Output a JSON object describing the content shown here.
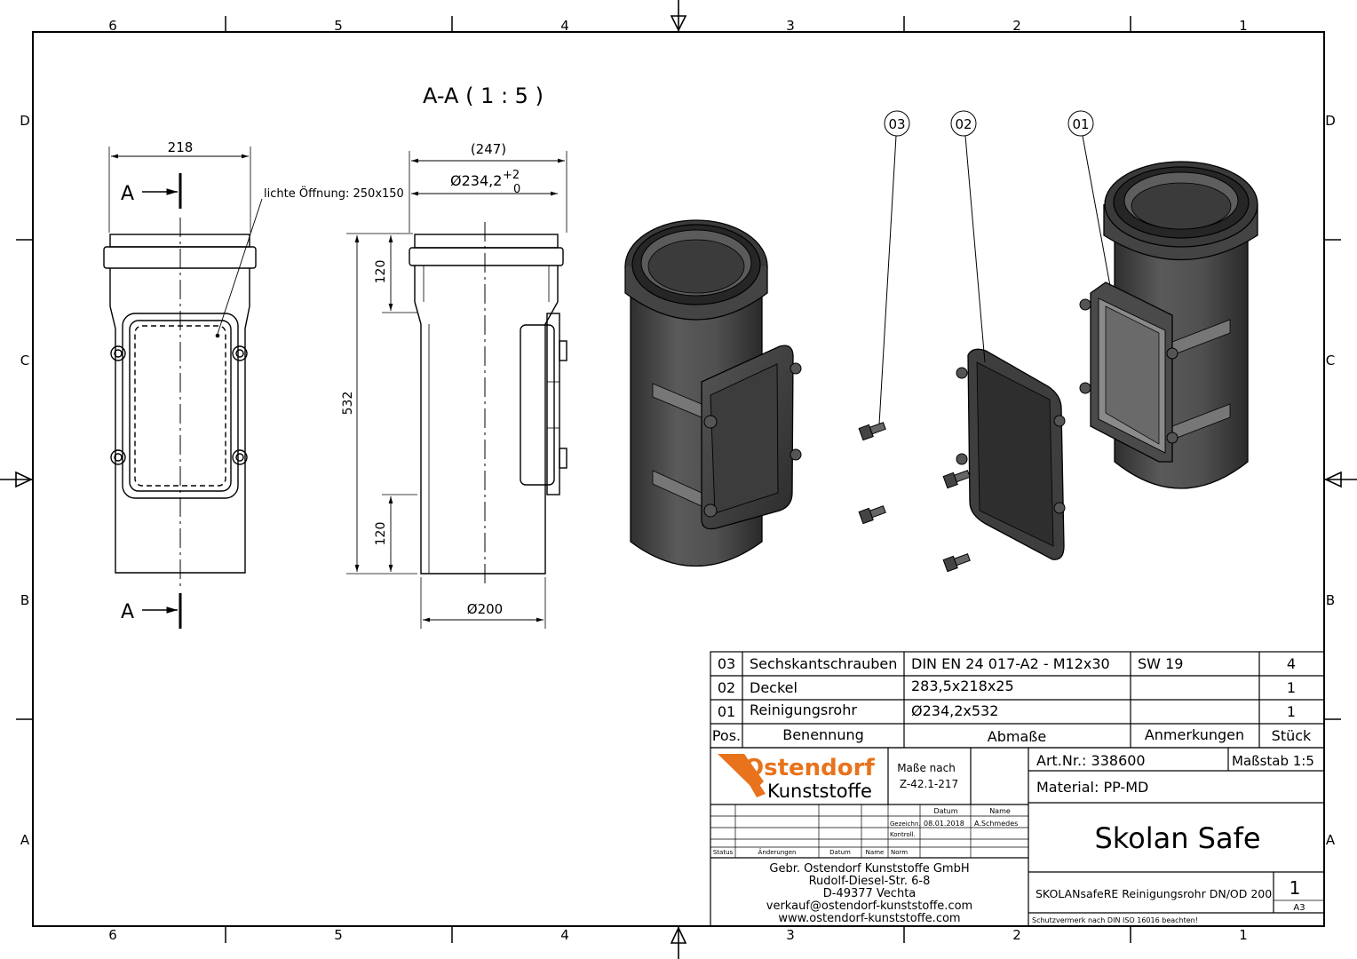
{
  "frame": {
    "col_labels": [
      "6",
      "5",
      "4",
      "3",
      "2",
      "1"
    ],
    "row_labels": [
      "D",
      "C",
      "B",
      "A"
    ]
  },
  "section": {
    "title": "A-A ( 1 : 5 )",
    "cut_letter": "A"
  },
  "dims": {
    "width_218": "218",
    "opening_note": "lichte Öffnung: 250x150",
    "ref_247": "(247)",
    "dia_main": "Ø234,2",
    "tol_upper": "+2",
    "tol_lower": "0",
    "len_120_top": "120",
    "len_532": "532",
    "len_120_bottom": "120",
    "dia_200": "Ø200"
  },
  "balloons": [
    "03",
    "02",
    "01"
  ],
  "parts": [
    {
      "pos": "03",
      "name": "Sechskantschrauben",
      "dims": "DIN EN 24 017-A2 - M12x30",
      "note": "SW 19",
      "qty": "4"
    },
    {
      "pos": "02",
      "name": "Deckel",
      "dims": "283,5x218x25",
      "note": "",
      "qty": "1"
    },
    {
      "pos": "01",
      "name": "Reinigungsrohr",
      "dims": "Ø234,2x532",
      "note": "",
      "qty": "1"
    }
  ],
  "parts_header": {
    "pos": "Pos.",
    "name": "Benennung",
    "dims": "Abmaße",
    "note": "Anmerkungen",
    "qty": "Stück"
  },
  "logo": {
    "line1": "Ostendorf",
    "line2": "Kunststoffe"
  },
  "standard": {
    "line1": "Maße nach",
    "line2": "Z-42.1-217"
  },
  "drawn": {
    "col_date": "Datum",
    "col_name": "Name",
    "row_drawn": "Gezeichn.",
    "drawn_date": "08.01.2018",
    "drawn_name": "A.Schmedes",
    "row_checked": "Kontroll.",
    "row_norm": "Norm",
    "status": "Status",
    "changes": "Änderungen",
    "date": "Datum",
    "name": "Name"
  },
  "company": {
    "line1": "Gebr. Ostendorf Kunststoffe GmbH",
    "line2": "Rudolf-Diesel-Str. 6-8",
    "line3": "D-49377 Vechta",
    "line4": "verkauf@ostendorf-kunststoffe.com",
    "line5": "www.ostendorf-kunststoffe.com"
  },
  "title_block": {
    "art_nr": "Art.Nr.: 338600",
    "scale": "Maßstab 1:5",
    "material": "Material: PP-MD",
    "product": "Skolan Safe",
    "description": "SKOLANsafeRE Reinigungsrohr DN/OD 200",
    "sheet": "1",
    "format": "A3",
    "protection": "Schutzvermerk nach DIN ISO 16016 beachten!"
  },
  "colors": {
    "accent": "#e8731c",
    "pipe": "#4a4a4a",
    "pipe_dark": "#2e2e2e",
    "pipe_light": "#6a6a6a",
    "line": "#000000"
  }
}
